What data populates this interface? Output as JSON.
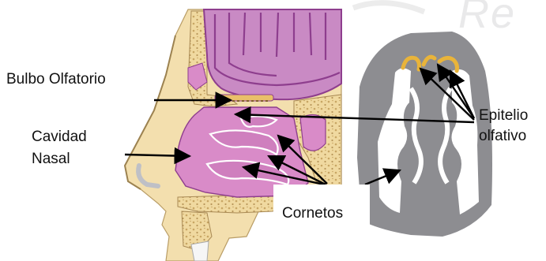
{
  "labels": {
    "bulbo_olfatorio": "Bulbo Olfatorio",
    "cavidad_line1": "Cavidad",
    "cavidad_line2": "Nasal",
    "epitelio_line1": "Epitelio",
    "epitelio_line2": "olfativo",
    "cornetos": "Cornetos"
  },
  "watermark": "Re",
  "colors": {
    "skin": "#f0d9a0",
    "bone_speckle": "#c8a664",
    "brain": "#c98ac4",
    "brain_dark": "#8e3e8e",
    "nasal_cavity": "#d98bc8",
    "turbinate_gray": "#8a8a8e",
    "epithelium": "#e9b43a",
    "arrow": "#000000"
  },
  "icons": {
    "arrow": "arrow-icon"
  }
}
